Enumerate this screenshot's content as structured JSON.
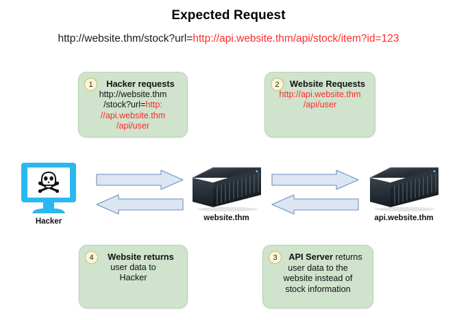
{
  "header": {
    "title": "Expected Request",
    "url_prefix": "http://website.thm/stock?url=",
    "url_suffix": "http://api.website.thm/api/stock/item?id=123"
  },
  "colors": {
    "background": "#ffffff",
    "box_fill": "#cfe3cd",
    "box_border": "#b9d3b6",
    "badge_fill": "#fbf6d9",
    "badge_border": "#c9bd72",
    "arrow_fill": "#dce6f2",
    "arrow_border": "#7f9fc8",
    "accent_red": "#ff2b2b",
    "hacker_cyan": "#2ab8f0",
    "text": "#111111"
  },
  "steps": [
    {
      "number": "1",
      "heading": "Hacker requests",
      "line2": "http://website.thm",
      "line3_black": "/stock?url=",
      "line3_red": "http:",
      "line4_red": "//api.website.thm",
      "line5_red": "/api/user"
    },
    {
      "number": "2",
      "heading": "Website Requests",
      "line2_red": "http://api.website.thm",
      "line3_red": "/api/user"
    },
    {
      "number": "3",
      "heading": "API Server",
      "heading_rest": " returns",
      "line2": "user data to the",
      "line3": "website instead of",
      "line4": "stock information"
    },
    {
      "number": "4",
      "heading": "Website returns",
      "line2": "user data to",
      "line3": "Hacker"
    }
  ],
  "nodes": [
    {
      "icon": "hacker-monitor-skull-icon",
      "label": "Hacker"
    },
    {
      "icon": "server-rack-icon",
      "label": "website.thm"
    },
    {
      "icon": "server-rack-icon",
      "label": "api.website.thm"
    }
  ],
  "arrows": [
    {
      "name": "arrow-hacker-to-website",
      "direction": "right"
    },
    {
      "name": "arrow-website-to-hacker",
      "direction": "left"
    },
    {
      "name": "arrow-website-to-api",
      "direction": "right"
    },
    {
      "name": "arrow-api-to-website",
      "direction": "left"
    }
  ]
}
